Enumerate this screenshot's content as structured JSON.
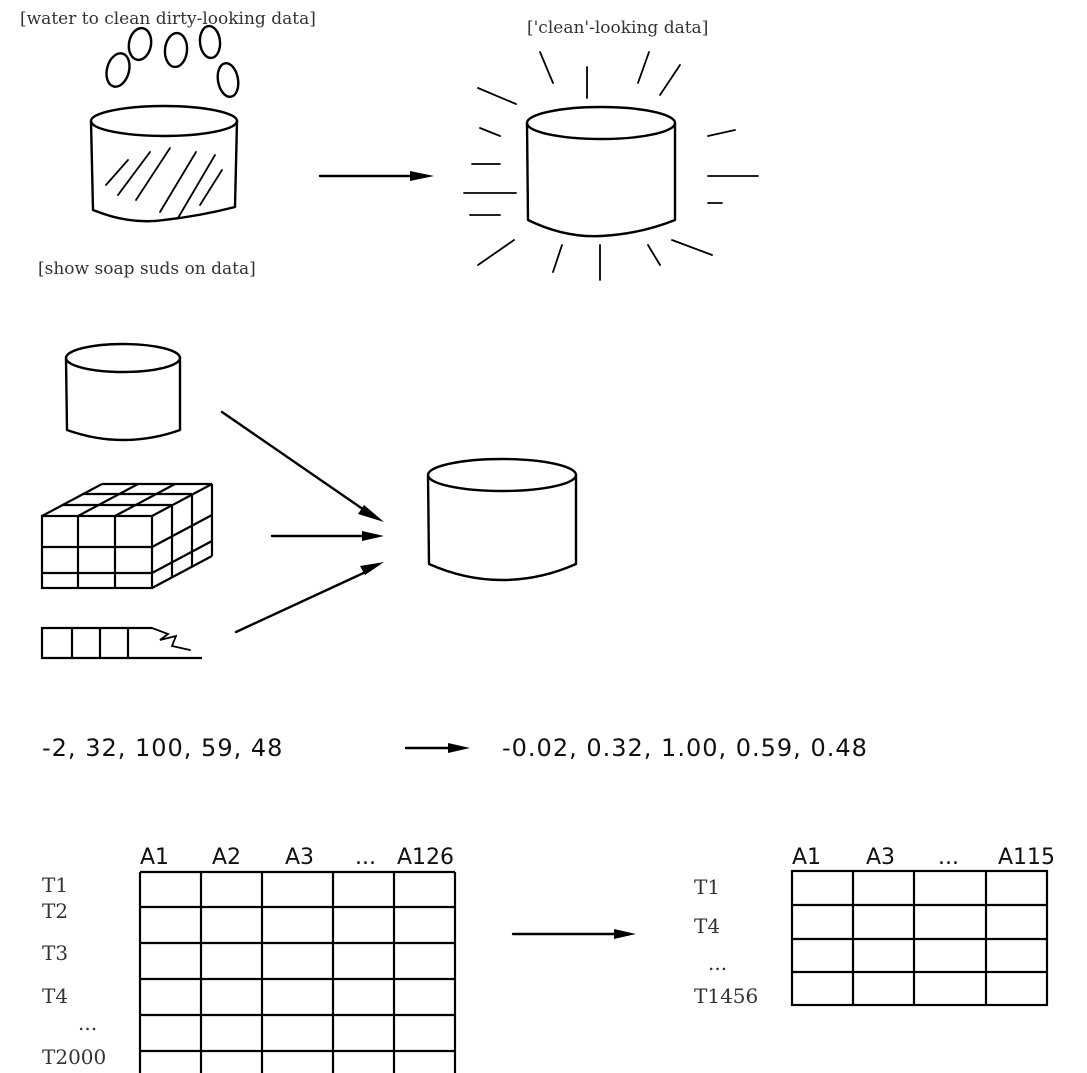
{
  "cleaning": {
    "water_label": "[water to clean dirty-looking data]",
    "clean_label": "['clean'-looking data]",
    "suds_label": "[show soap suds on data]"
  },
  "integration": {},
  "transformation": {
    "input_values": "-2, 32, 100, 59, 48",
    "output_values": "-0.02, 0.32, 1.00, 0.59, 0.48"
  },
  "reduction": {
    "left_table": {
      "columns": [
        "A1",
        "A2",
        "A3",
        "...",
        "A126"
      ],
      "rows": [
        "T1",
        "T2",
        "T3",
        "T4",
        "...",
        "T2000"
      ]
    },
    "right_table": {
      "columns": [
        "A1",
        "A3",
        "...",
        "A115"
      ],
      "rows": [
        "T1",
        "T4",
        "...",
        "T1456"
      ]
    }
  }
}
